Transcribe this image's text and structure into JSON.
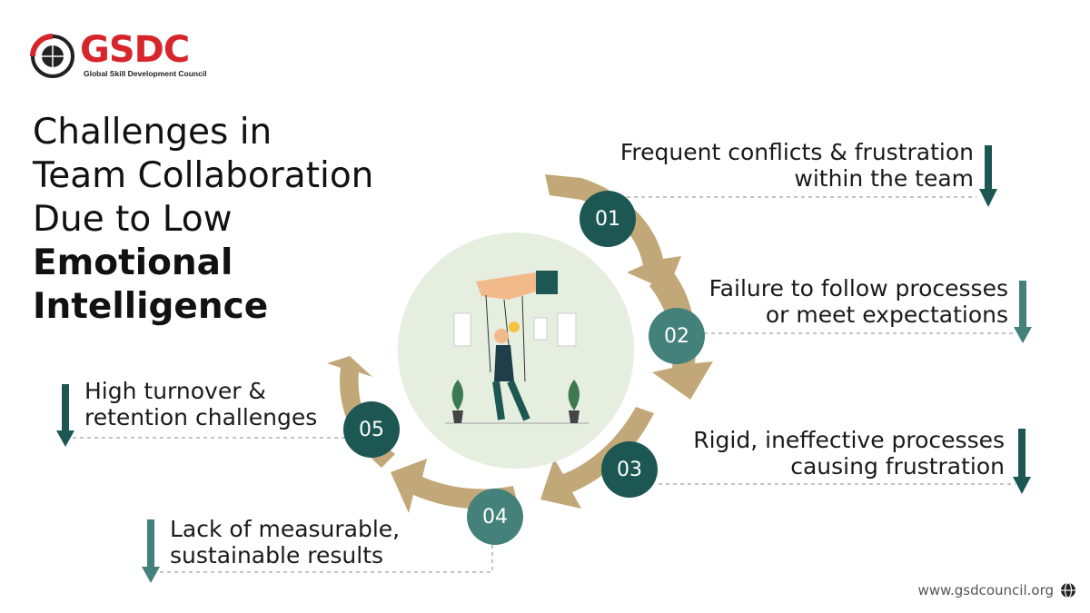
{
  "brand": {
    "logo_text": "GSDC",
    "logo_subtitle": "Global Skill Development Council",
    "website": "www.gsdcouncil.org"
  },
  "title": {
    "line1": "Challenges in",
    "line2": "Team Collaboration",
    "line3": "Due to Low",
    "bold1": "Emotional",
    "bold2": "Intelligence"
  },
  "steps": [
    {
      "number": "01",
      "line1": "Frequent conflicts & frustration",
      "line2": "within the team"
    },
    {
      "number": "02",
      "line1": "Failure to follow processes",
      "line2": "or meet expectations"
    },
    {
      "number": "03",
      "line1": "Rigid, ineffective processes",
      "line2": "causing frustration"
    },
    {
      "number": "04",
      "line1": "Lack of measurable,",
      "line2": "sustainable results"
    },
    {
      "number": "05",
      "line1": "High turnover &",
      "line2": "retention challenges"
    }
  ],
  "colors": {
    "accent_red": "#d6262c",
    "ring_tan": "#c2a878",
    "teal_dark": "#1c5753",
    "teal_light": "#43817a",
    "center_circle": "#e6eee0"
  },
  "icons": [
    "globe-logo-icon",
    "puppet-hand-illustration",
    "down-arrow-icon",
    "globe-icon"
  ]
}
